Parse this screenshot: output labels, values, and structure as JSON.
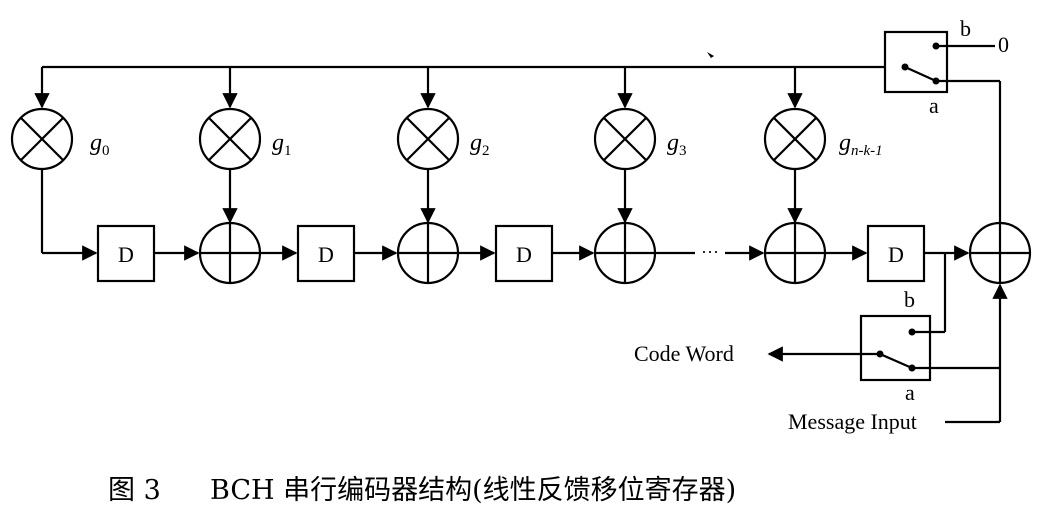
{
  "register_label": "D",
  "ellipsis": "···",
  "coefficients": [
    {
      "base": "g",
      "sub": "0"
    },
    {
      "base": "g",
      "sub": "1"
    },
    {
      "base": "g",
      "sub": "2"
    },
    {
      "base": "g",
      "sub": "3"
    },
    {
      "base": "g",
      "sub": "n-k-1"
    }
  ],
  "switch_top": {
    "a": "a",
    "b": "b",
    "zero": "0"
  },
  "switch_bottom": {
    "a": "a",
    "b": "b"
  },
  "labels": {
    "code_word": "Code Word",
    "message_input": "Message Input"
  },
  "caption": {
    "figure": "图 3",
    "text": "BCH 串行编码器结构(线性反馈移位寄存器)"
  }
}
